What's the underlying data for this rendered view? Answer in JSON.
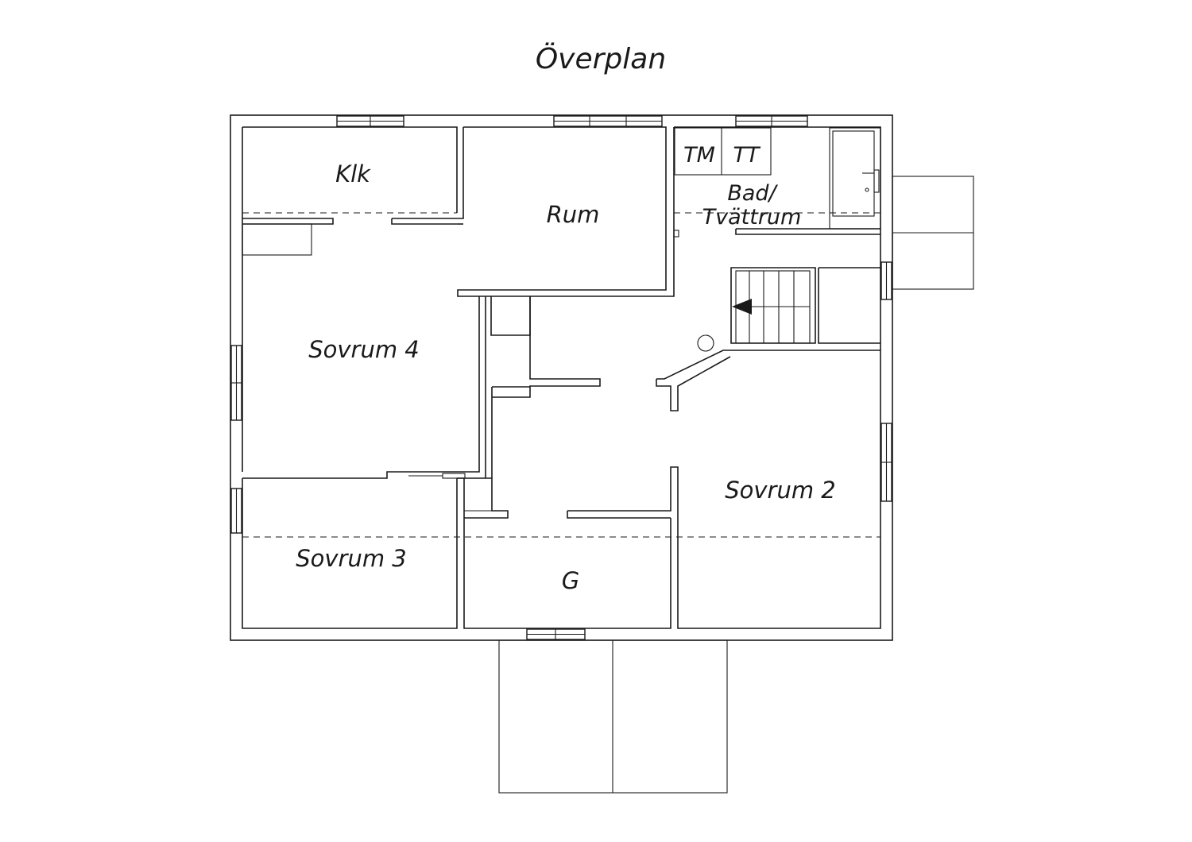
{
  "title": "Överplan",
  "rooms": {
    "klk": "Klk",
    "rum": "Rum",
    "tm": "TM",
    "tt": "TT",
    "bad_line1": "Bad/",
    "bad_line2": "Tvättrum",
    "sovrum4": "Sovrum 4",
    "sovrum2": "Sovrum 2",
    "sovrum3": "Sovrum 3",
    "g": "G"
  },
  "icons": {
    "stair_arrow": "stair-direction-arrow",
    "chimney": "chimney-circle"
  }
}
